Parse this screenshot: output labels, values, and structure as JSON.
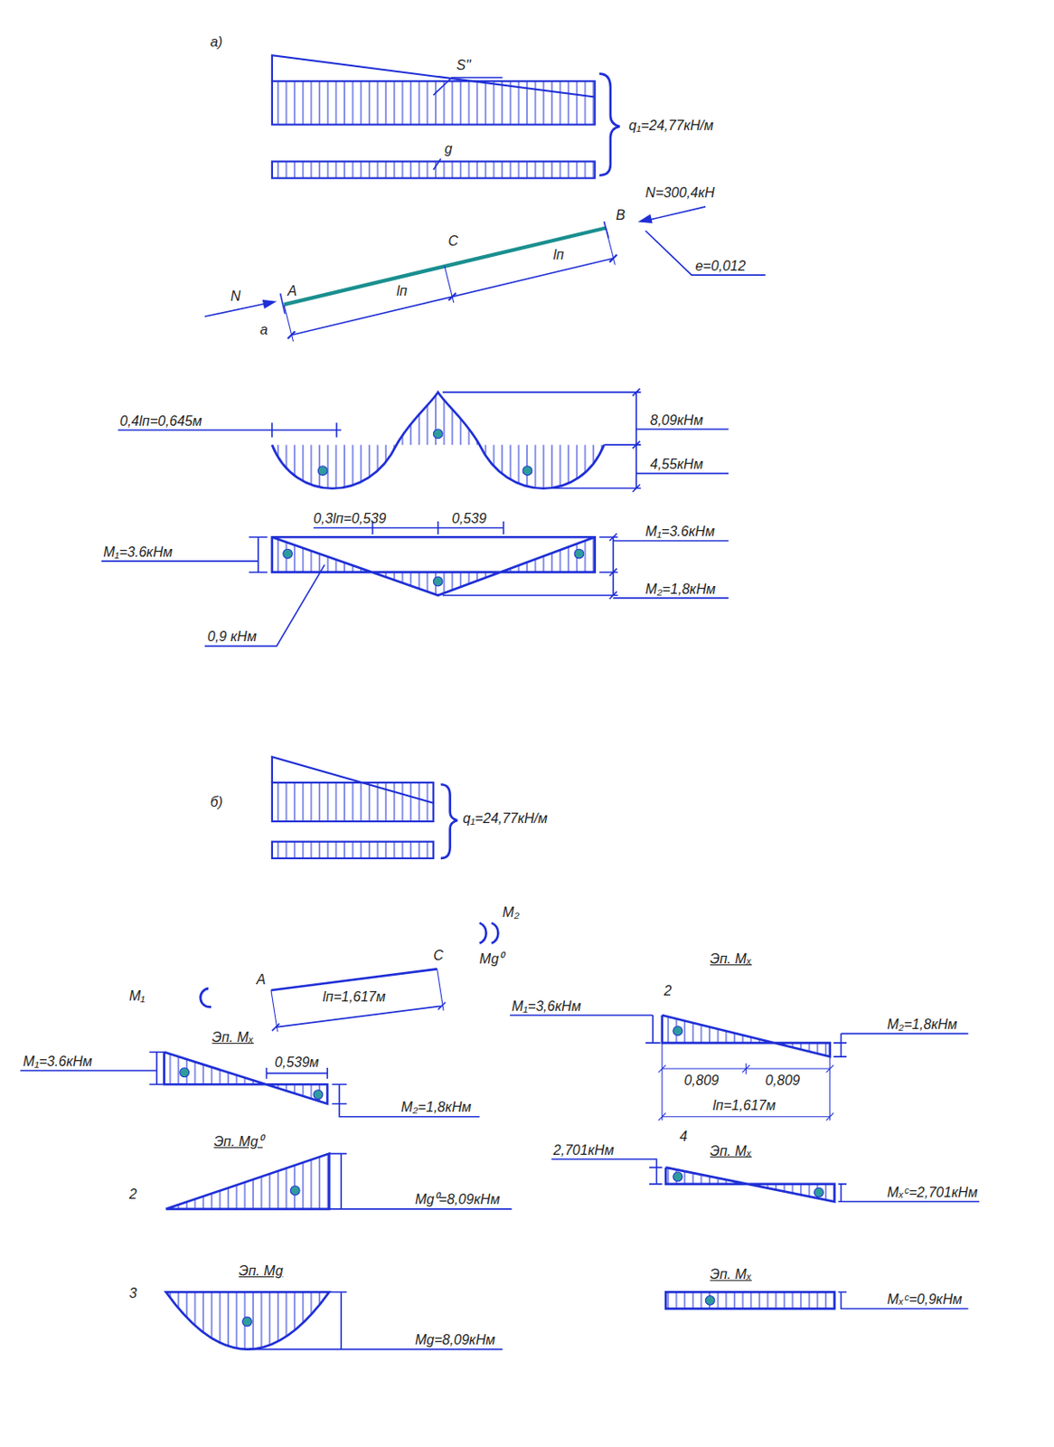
{
  "diagram": {
    "labels": [
      "а)",
      "S''",
      "g",
      "q₁=24,77кН/м",
      "N=300,4кН",
      "B",
      "C",
      "lп",
      "lп",
      "A",
      "N",
      "a",
      "e=0,012",
      "0,4lп=0,645м",
      "8,09кНм",
      "4,55кНм",
      "M₁=3.6кНм",
      "0,3lп=0,539",
      "0,539",
      "M₁=3.6кНм",
      "M₂=1,8кНм",
      "0,9 кНм",
      "б)",
      "q₁=24,77кН/м",
      "M₂",
      "C",
      "A",
      "M₁",
      "lп=1,617м",
      "Mg⁰",
      "Эп. Mₓ",
      "Эп. Mₓ",
      "2",
      "M₁=3.6кНм",
      "0,539м",
      "M₂=1,8кНм",
      "M₁=3,6кНм",
      "M₂=1,8кНм",
      "0,809",
      "0,809",
      "lп=1,617м",
      "Эп. Mg⁰",
      "2",
      "Mg⁰=8,09кНм",
      "4",
      "2,701кНм",
      "Эп. Mₓ",
      "Mₓᶜ=2,701кНм",
      "3",
      "Эп. Mg",
      "Mg=8,09кНм",
      "Эп. Mₓ",
      "Mₓᶜ=0,9кНм"
    ]
  }
}
